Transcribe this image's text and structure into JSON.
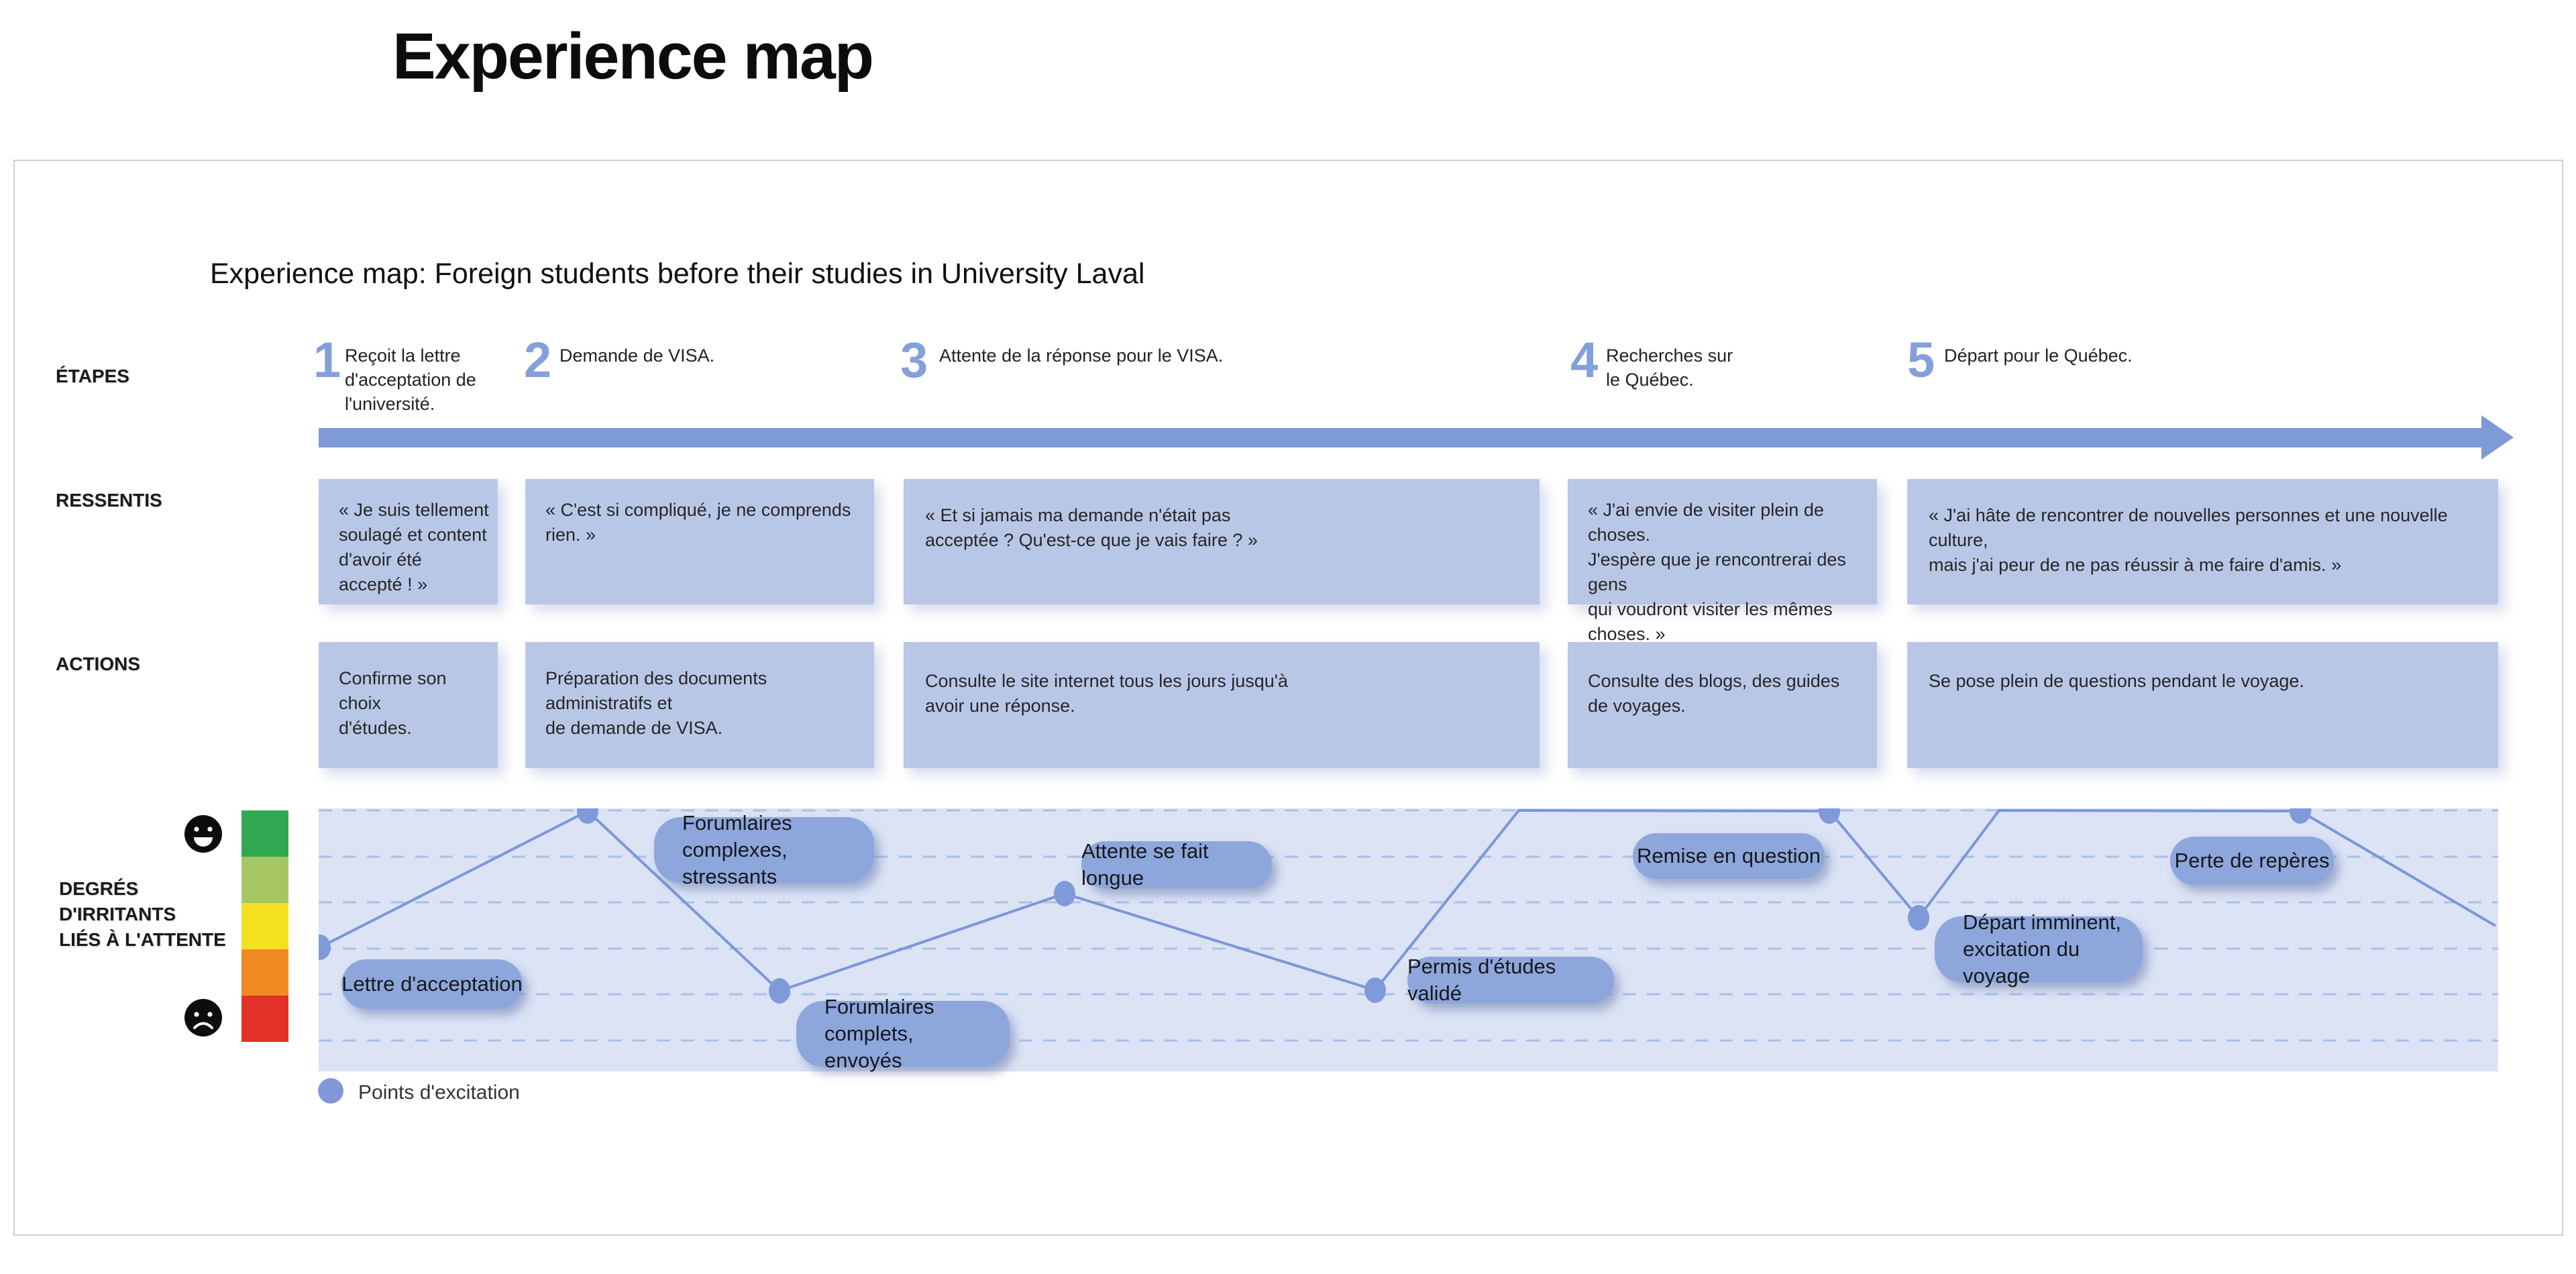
{
  "page": {
    "title": "Experience map"
  },
  "panel": {
    "title": "Experience map: Foreign students before their studies in University Laval",
    "row_labels": {
      "stages": "ÉTAPES",
      "feelings": "RESSENTIS",
      "actions": "ACTIONS",
      "degrees": "DEGRÉS\nD'IRRITANTS\nLIÉS À L'ATTENTE"
    },
    "stages": [
      {
        "num": "1",
        "text": "Reçoit la lettre\nd'acceptation de\nl'université."
      },
      {
        "num": "2",
        "text": "Demande de VISA."
      },
      {
        "num": "3",
        "text": "Attente de la réponse pour le VISA."
      },
      {
        "num": "4",
        "text": "Recherches sur\nle Québec."
      },
      {
        "num": "5",
        "text": "Départ pour le Québec."
      }
    ],
    "feelings": [
      {
        "quote": "« Je suis tellement\nsoulagé et content\nd'avoir été accepté ! »"
      },
      {
        "quote": "« C'est si compliqué, je ne comprends rien. »"
      },
      {
        "quote": "« Et si jamais ma demande n'était pas\nacceptée ? Qu'est-ce que je vais faire ? »"
      },
      {
        "quote": "« J'ai envie de visiter plein de choses.\nJ'espère que je rencontrerai des gens\nqui voudront visiter les mêmes\nchoses. »"
      },
      {
        "quote": "« J'ai hâte de rencontrer de nouvelles personnes et une nouvelle culture,\nmais j'ai peur de ne pas réussir à me faire d'amis. »"
      }
    ],
    "actions": [
      {
        "text": "Confirme son choix\nd'études."
      },
      {
        "text": "Préparation des documents administratifs et\nde demande de VISA."
      },
      {
        "text": "Consulte le site internet tous les jours jusqu'à\navoir une réponse."
      },
      {
        "text": "Consulte des blogs, des guides\nde voyages."
      },
      {
        "text": "Se pose plein de questions pendant le voyage."
      }
    ],
    "chart": {
      "bubbles": [
        {
          "label": "Lettre d'acceptation"
        },
        {
          "label": "Forumlaires complexes,\nstressants"
        },
        {
          "label": "Forumlaires complets,\nenvoyés"
        },
        {
          "label": "Attente se fait longue"
        },
        {
          "label": "Permis d'études validé"
        },
        {
          "label": "Remise en question"
        },
        {
          "label": "Départ imminent,\nexcitation du voyage"
        },
        {
          "label": "Perte de repères"
        }
      ],
      "legend": "Points d'excitation",
      "icons": {
        "top": "happy-face",
        "bottom": "sad-face"
      }
    }
  },
  "chart_data": {
    "type": "line",
    "title": "Degrés d'irritants liés à l'attente",
    "scale_note": "0 = très irrité (rouge/triste), 5 = excité (vert/content)",
    "points": [
      {
        "label": "Lettre d'acceptation",
        "level": 2
      },
      {
        "label": "Forumlaires complexes, stressants",
        "level": 5
      },
      {
        "label": "Forumlaires complets, envoyés",
        "level": 1
      },
      {
        "label": "Attente se fait longue",
        "level": 3
      },
      {
        "label": "Permis d'études validé",
        "level": 1
      },
      {
        "label": "Remise en question",
        "level": 5
      },
      {
        "label": "Départ imminent, excitation du voyage",
        "level": 2.5
      },
      {
        "label": "Perte de repères",
        "level": 5
      }
    ],
    "ylim": [
      0,
      5
    ],
    "grid": "dashed horizontal",
    "legend_position": "bottom-left"
  },
  "colors": {
    "accent_blue": "#7f9ad8",
    "number_blue": "#84a0da",
    "box_fill": "#b9c7e7",
    "band_fill": "#dbe3f5",
    "bubble_fill": "#8da6db",
    "scale": [
      "#33a852",
      "#a5c663",
      "#f4e01f",
      "#ef8b22",
      "#e23127"
    ]
  }
}
